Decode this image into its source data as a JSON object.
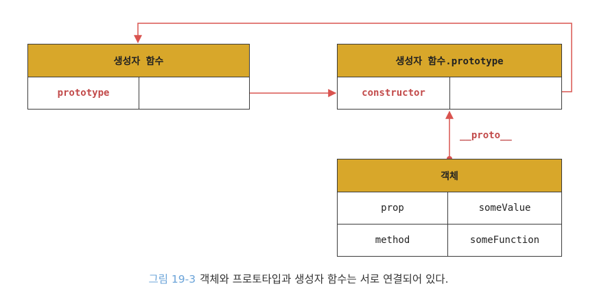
{
  "constructor_box": {
    "title": "생성자 함수",
    "row": {
      "key": "prototype",
      "value": ""
    }
  },
  "prototype_box": {
    "title": "생성자 함수.prototype",
    "row": {
      "key": "constructor",
      "value": ""
    }
  },
  "object_box": {
    "title": "객체",
    "rows": [
      {
        "key": "prop",
        "value": "someValue"
      },
      {
        "key": "method",
        "value": "someFunction"
      }
    ]
  },
  "link_label": "__proto__",
  "caption": {
    "figure_number": "그림 19-3",
    "text": "객체와 프로토타입과 생성자 함수는 서로 연결되어 있다."
  },
  "colors": {
    "header_fill": "#d8a72a",
    "arrow": "#d9534f",
    "key_text": "#c24a4a",
    "figure_number": "#6aa3d8"
  }
}
